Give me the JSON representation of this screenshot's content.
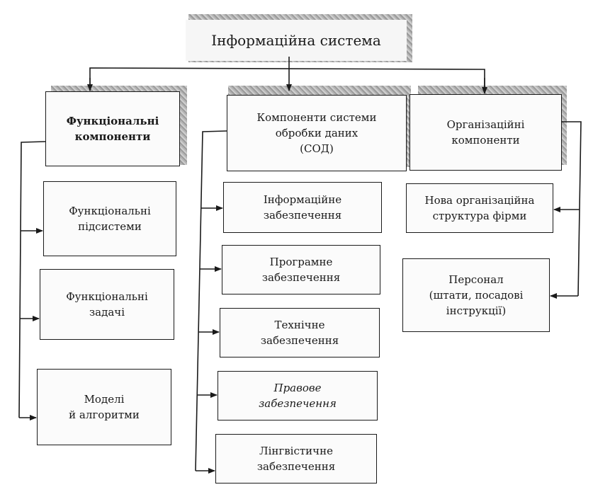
{
  "root": {
    "label": "Інформаційна система"
  },
  "columns": [
    {
      "header": "Функціональні\nкомпоненти",
      "items": [
        "Функціональні\nпідсистеми",
        "Функціональні\nзадачі",
        "Моделі\nй алгоритми"
      ]
    },
    {
      "header": "Компоненти системи\nобробки даних\n(СОД)",
      "items": [
        "Інформаційне\nзабезпечення",
        "Програмне\nзабезпечення",
        "Технічне\nзабезпечення",
        "Правове\nзабезпечення",
        "Лінгвістичне\nзабезпечення"
      ]
    },
    {
      "header": "Організаційні\nкомпоненти",
      "items": [
        "Нова організаційна\nструктура фірми",
        "Персонал\n(штати, посадові\nінструкції)"
      ]
    }
  ]
}
